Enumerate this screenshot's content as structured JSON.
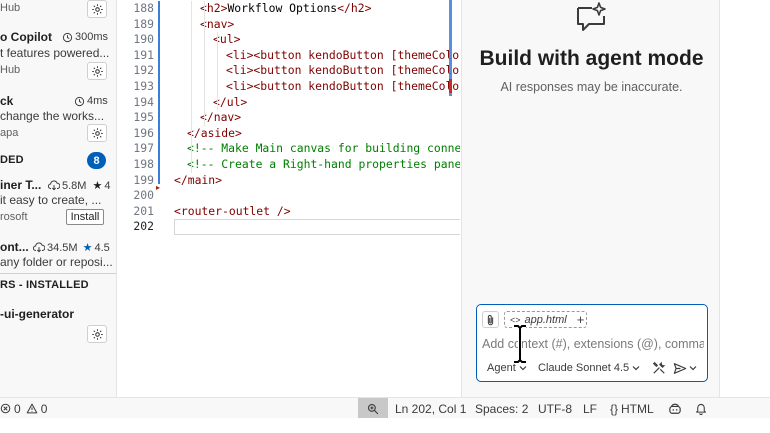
{
  "sidebar": {
    "items": [
      {
        "publisher": "Hub"
      },
      {
        "title": "o Copilot",
        "time": "300ms",
        "description": "t features powered...",
        "publisher": "Hub"
      },
      {
        "title": "ck",
        "time": "4ms",
        "description": "change the works...",
        "publisher": "apa"
      }
    ],
    "recommended": {
      "header": "DED",
      "count": "8",
      "items": [
        {
          "title": "iner T...",
          "downloads": "5.8M",
          "rating": "4",
          "description": "it easy to create, ...",
          "publisher": "rosoft",
          "install_label": "Install"
        },
        {
          "title": "ont...",
          "downloads": "34.5M",
          "rating": "4.5",
          "description": "any folder or reposi..."
        }
      ]
    },
    "installed": {
      "header": "RS - INSTALLED",
      "items": [
        {
          "title": "-ui-generator"
        }
      ]
    }
  },
  "editor": {
    "lines": [
      {
        "num": "188",
        "indent": 2,
        "parts": [
          [
            "tg",
            "<h2>"
          ],
          [
            "tx",
            "Workflow Options"
          ],
          [
            "tg",
            "</h2>"
          ]
        ]
      },
      {
        "num": "189",
        "indent": 2,
        "parts": [
          [
            "tg",
            "<nav>"
          ]
        ]
      },
      {
        "num": "190",
        "indent": 3,
        "parts": [
          [
            "tg",
            "<ul>"
          ]
        ]
      },
      {
        "num": "191",
        "indent": 4,
        "parts": [
          [
            "tg",
            "<li><button kendoButton [themeColor]=\""
          ]
        ]
      },
      {
        "num": "192",
        "indent": 4,
        "parts": [
          [
            "tg",
            "<li><button kendoButton [themeColor]=\""
          ]
        ]
      },
      {
        "num": "193",
        "indent": 4,
        "parts": [
          [
            "tg",
            "<li><button kendoButton [themeColor]=\""
          ]
        ]
      },
      {
        "num": "194",
        "indent": 3,
        "parts": [
          [
            "tg",
            "</ul>"
          ]
        ]
      },
      {
        "num": "195",
        "indent": 2,
        "parts": [
          [
            "tg",
            "</nav>"
          ]
        ]
      },
      {
        "num": "196",
        "indent": 1,
        "parts": [
          [
            "tg",
            "</aside>"
          ]
        ]
      },
      {
        "num": "197",
        "indent": 1,
        "parts": [
          [
            "cm",
            "<!-- Make Main canvas for building connected"
          ]
        ]
      },
      {
        "num": "198",
        "indent": 1,
        "parts": [
          [
            "cm",
            "<!-- Create a Right-hand properties panel --"
          ]
        ]
      },
      {
        "num": "199",
        "indent": 0,
        "parts": [
          [
            "tg",
            "</main>"
          ]
        ]
      },
      {
        "num": "200",
        "indent": 0,
        "parts": []
      },
      {
        "num": "201",
        "indent": 0,
        "parts": [
          [
            "tg",
            "<router-outlet />"
          ]
        ]
      },
      {
        "num": "202",
        "indent": 0,
        "parts": []
      }
    ]
  },
  "chat": {
    "title": "Build with agent mode",
    "subtitle": "AI responses may be inaccurate.",
    "attached_file": "app.html",
    "input_placeholder": "Add context (#), extensions (@), commands",
    "mode": "Agent",
    "model": "Claude Sonnet 4.5"
  },
  "statusbar": {
    "errors": "0",
    "warnings": "0",
    "position": "Ln 202, Col 1",
    "spaces": "Spaces: 2",
    "encoding": "UTF-8",
    "eol": "LF",
    "language": "HTML"
  },
  "colors": {
    "accent": "#005fb8",
    "comment": "#008000",
    "tag": "#800000"
  }
}
